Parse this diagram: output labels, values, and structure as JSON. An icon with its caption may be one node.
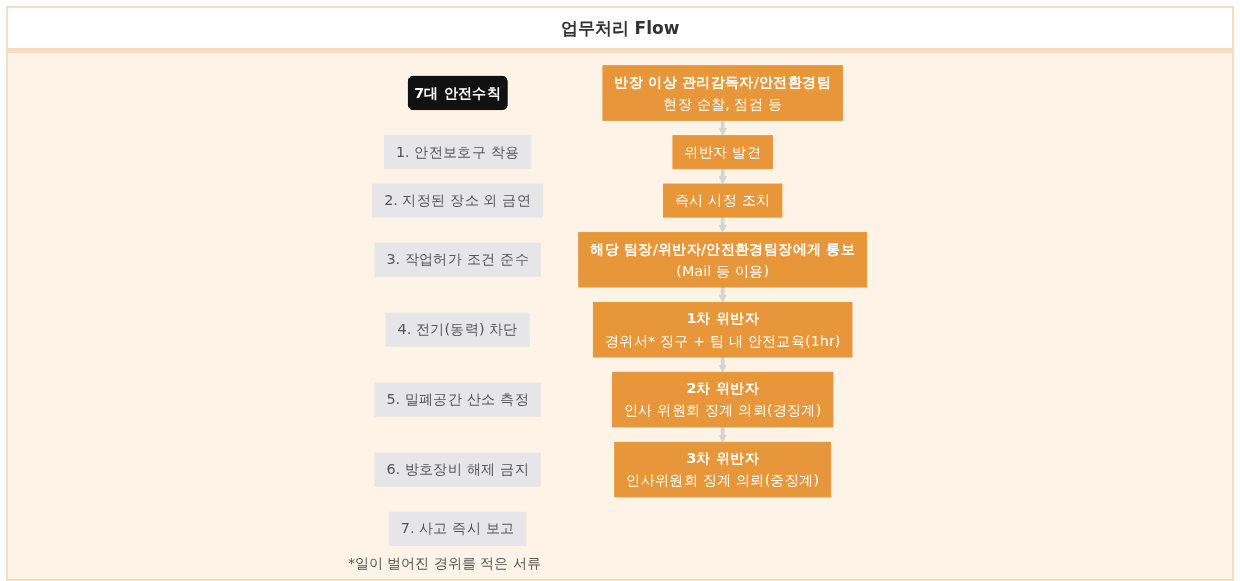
{
  "diagram": {
    "title": "업무처리 Flow",
    "nodes": [
      {
        "text": [
          "7대 안전수칙"
        ]
      },
      {
        "text": [
          "1. 안전보호구 착용"
        ]
      },
      {
        "text": [
          "2. 지정된 장소 외 금연"
        ]
      },
      {
        "text": [
          "3. 작업허가 조건 준수"
        ]
      },
      {
        "text": [
          "4. 전기(동력) 차단"
        ]
      },
      {
        "text": [
          "5. 밀폐공간 산소 측정"
        ]
      },
      {
        "text": [
          "6. 방호장비 해제 금지"
        ]
      },
      {
        "text": [
          "7. 사고 즉시 보고"
        ]
      },
      {
        "text": [
          "반장 이상 관리감독자/안전환경팀",
          "현장 순찰, 점검 등"
        ]
      },
      {
        "text": [
          "위반자 발견"
        ]
      },
      {
        "text": [
          "즉시 시정 조치"
        ]
      },
      {
        "text": [
          "해당 팀장/위반자/안전환경팀장에게 통보",
          "(Mail 등 이용)"
        ]
      },
      {
        "text": [
          "1차 위반자",
          "경위서* 징구 + 팀 내 안전교육(1hr)"
        ]
      },
      {
        "text": [
          "2차 위반자",
          "인사 위원회 징계 의뢰(경징계)"
        ]
      },
      {
        "text": [
          "3차 위반자",
          "인사위원회 징계 의뢰(중징계)"
        ]
      }
    ],
    "edges": [
      {
        "from": 8,
        "to": 9,
        "arrow": "to"
      },
      {
        "from": 9,
        "to": 10,
        "arrow": "to"
      },
      {
        "from": 10,
        "to": 11,
        "arrow": "to"
      },
      {
        "from": 11,
        "to": 12,
        "arrow": "to"
      },
      {
        "from": 12,
        "to": 13,
        "arrow": "to"
      },
      {
        "from": 13,
        "to": 14,
        "arrow": "to"
      }
    ],
    "labels": [
      "*일이 벌어진 경위를 적은 서류"
    ]
  }
}
